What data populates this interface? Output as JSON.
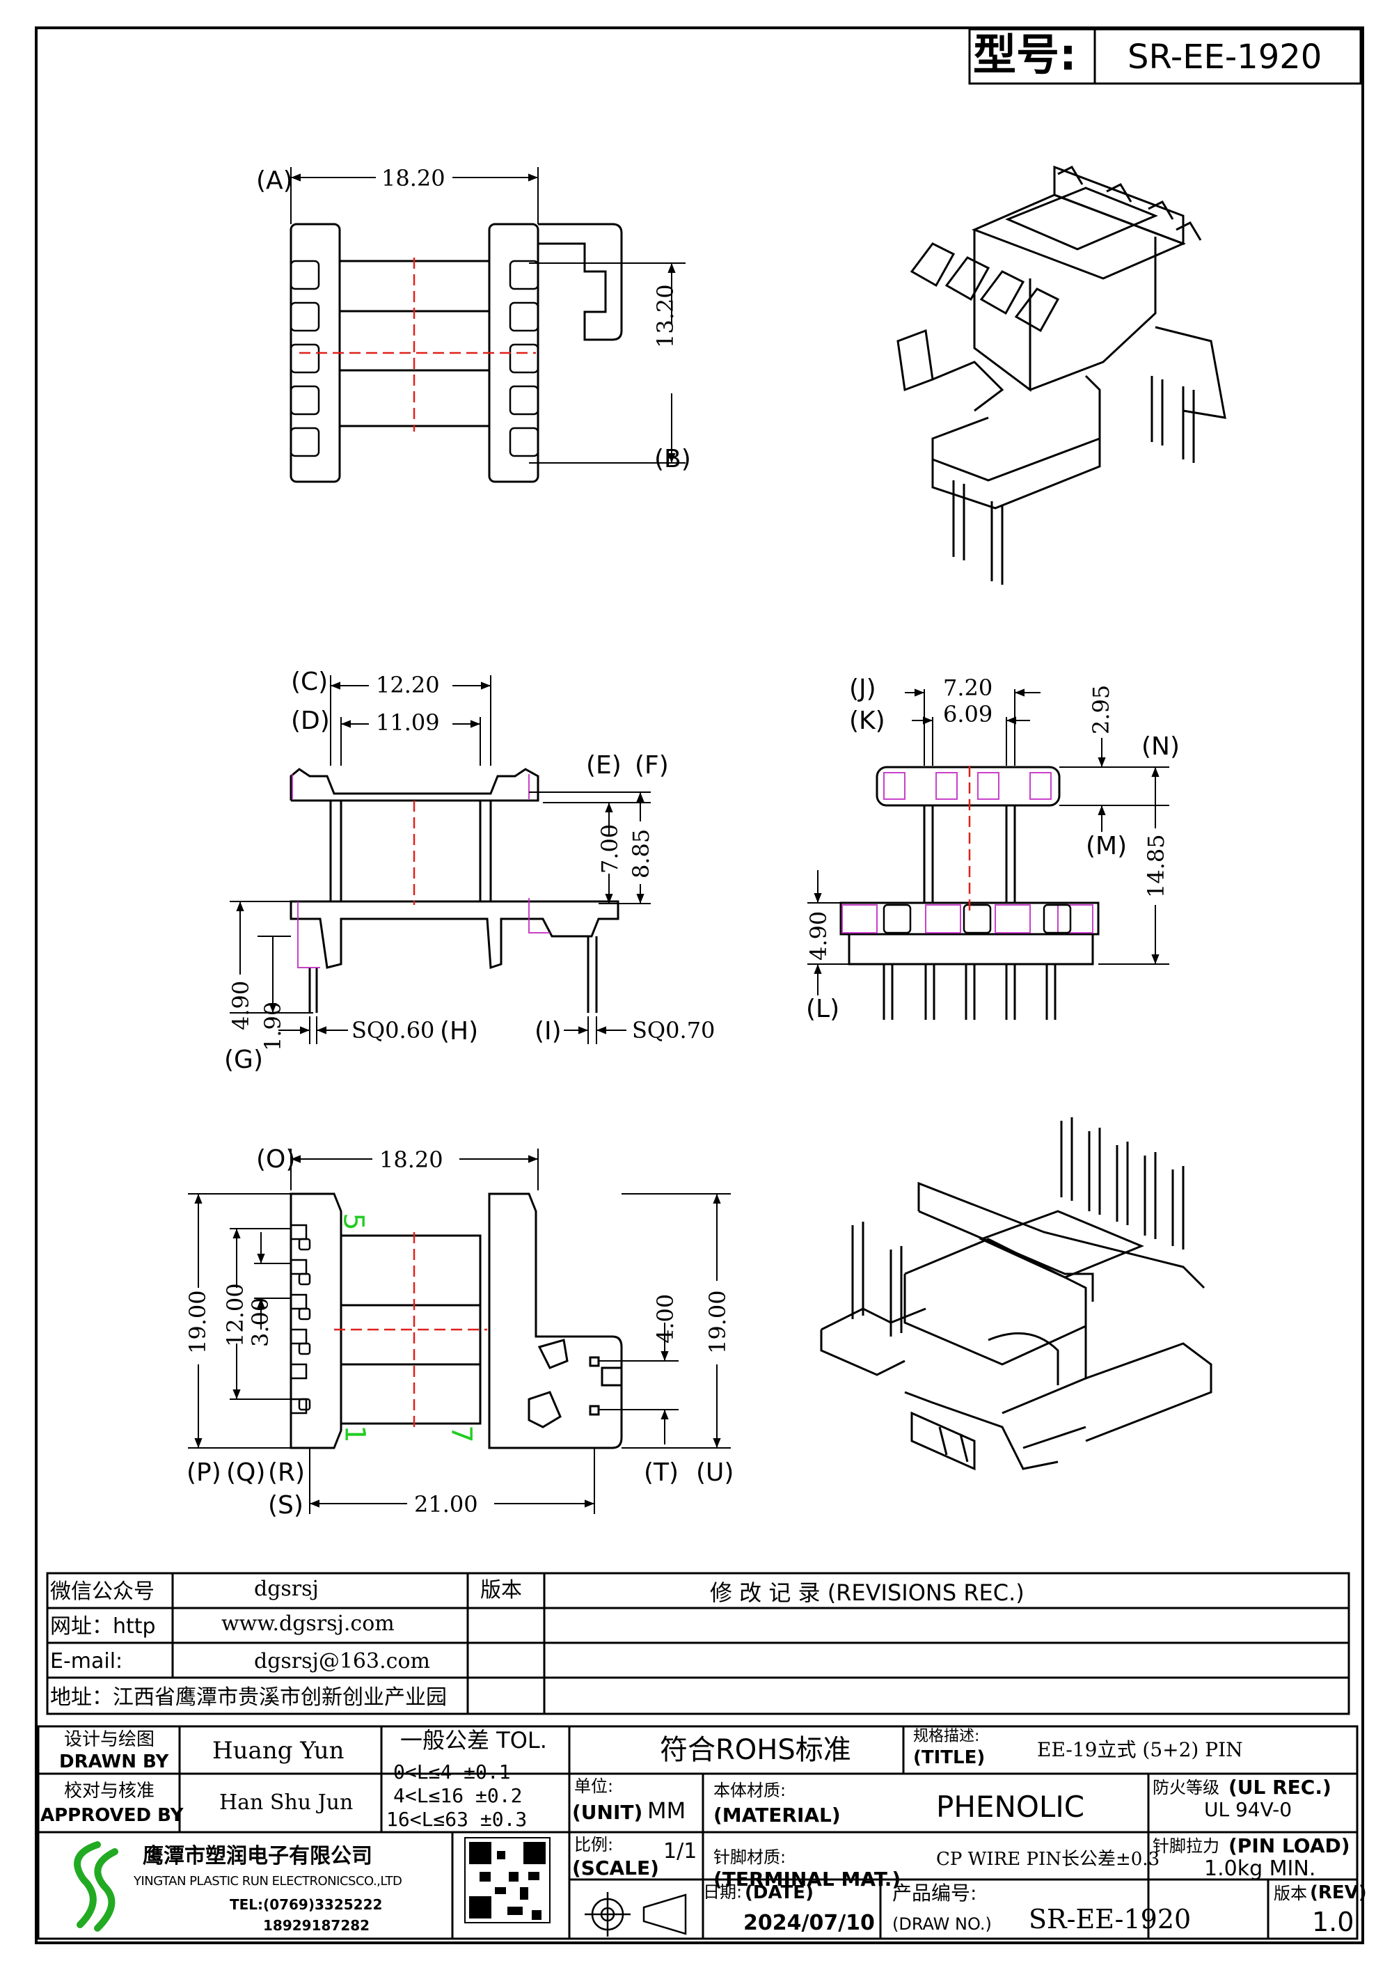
{
  "model": {
    "label": "型号:",
    "value": "SR-EE-1920"
  },
  "dims": {
    "top_width": "18.20",
    "top_height": "13.20",
    "side_outer": "12.20",
    "side_inner": "11.09",
    "side_h1": "7.00",
    "side_h2": "8.85",
    "side_b1": "4.90",
    "side_b2": "1.90",
    "pin_h": "SQ0.60",
    "pin_i": "SQ0.70",
    "end_w1": "7.20",
    "end_w2": "6.09",
    "end_top": "2.95",
    "end_h": "14.85",
    "end_b": "4.90",
    "bot_width": "18.20",
    "bot_h_left": "19.00",
    "bot_p1": "12.00",
    "bot_p2": "3.00",
    "bot_right1": "4.00",
    "bot_right2": "19.00",
    "bot_total": "21.00"
  },
  "callouts": {
    "A": "A",
    "B": "B",
    "C": "C",
    "D": "D",
    "E": "E",
    "F": "F",
    "G": "G",
    "H": "H",
    "I": "I",
    "J": "J",
    "K": "K",
    "L": "L",
    "M": "M",
    "N": "N",
    "O": "O",
    "P": "P",
    "Q": "Q",
    "R": "R",
    "S": "S",
    "T": "T",
    "U": "U"
  },
  "pin_numbers": {
    "p5": "5",
    "p1": "1",
    "p7": "7"
  },
  "info": {
    "wechat_label": "微信公众号",
    "wechat_value": "dgsrsj",
    "web_label": "网址：http",
    "web_value": "www.dgsrsj.com",
    "email_label": "E-mail:",
    "email_value": "dgsrsj@163.com",
    "address": "地址：江西省鹰潭市贵溪市创新创业产业园",
    "version_label": "版本",
    "revisions": "修 改 记 录  (REVISIONS REC.)"
  },
  "title_block": {
    "drawn_cn": "设计与绘图",
    "drawn_en": "DRAWN BY",
    "drawn_name": "Huang  Yun",
    "approved_cn": "校对与核准",
    "approved_en": "APPROVED BY",
    "approved_name": "Han Shu Jun",
    "tol_title": "一般公差 TOL.",
    "tol1": "0<L≤4    ±0.1",
    "tol2": "4<L≤16  ±0.2",
    "tol3": "16<L≤63 ±0.3",
    "rohs": "符合ROHS标准",
    "spec_cn": "规格描述:",
    "spec_en": "(TITLE)",
    "spec_value": "EE-19立式 (5+2) PIN",
    "unit_cn": "单位:",
    "unit_en": "(UNIT)",
    "unit_value": "MM",
    "material_cn": "本体材质:",
    "material_en": "(MATERIAL)",
    "material_value": "PHENOLIC",
    "fire_cn": "防火等级",
    "fire_en": "(UL REC.)",
    "fire_value": "UL 94V-0",
    "scale_cn": "比例:",
    "scale_en": "(SCALE)",
    "scale_value": "1/1",
    "terminal_cn": "针脚材质:",
    "terminal_en": "(TERMINAL MAT.)",
    "terminal_value": "CP WIRE  PIN长公差±0.3",
    "load_cn": "针脚拉力",
    "load_en": "(PIN LOAD)",
    "load_value": "1.0kg MIN.",
    "date_cn": "日期:",
    "date_en": "(DATE)",
    "date_value": "2024/07/10",
    "drawno_cn": "产品编号:",
    "drawno_en": "(DRAW NO.)",
    "drawno_value": "SR-EE-1920",
    "rev_cn": "版本",
    "rev_en": "(REV)",
    "rev_value": "1.0"
  },
  "company": {
    "name_cn": "鹰潭市塑润电子有限公司",
    "name_en": "YINGTAN PLASTIC RUN ELECTRONICSCO.,LTD",
    "tel": "TEL:(0769)3325222",
    "mobile": "18929187282"
  },
  "colors": {
    "ink": "#000000",
    "centerline": "#e0201a",
    "pin_number": "#22cc22",
    "hidden": "#c020c0"
  }
}
